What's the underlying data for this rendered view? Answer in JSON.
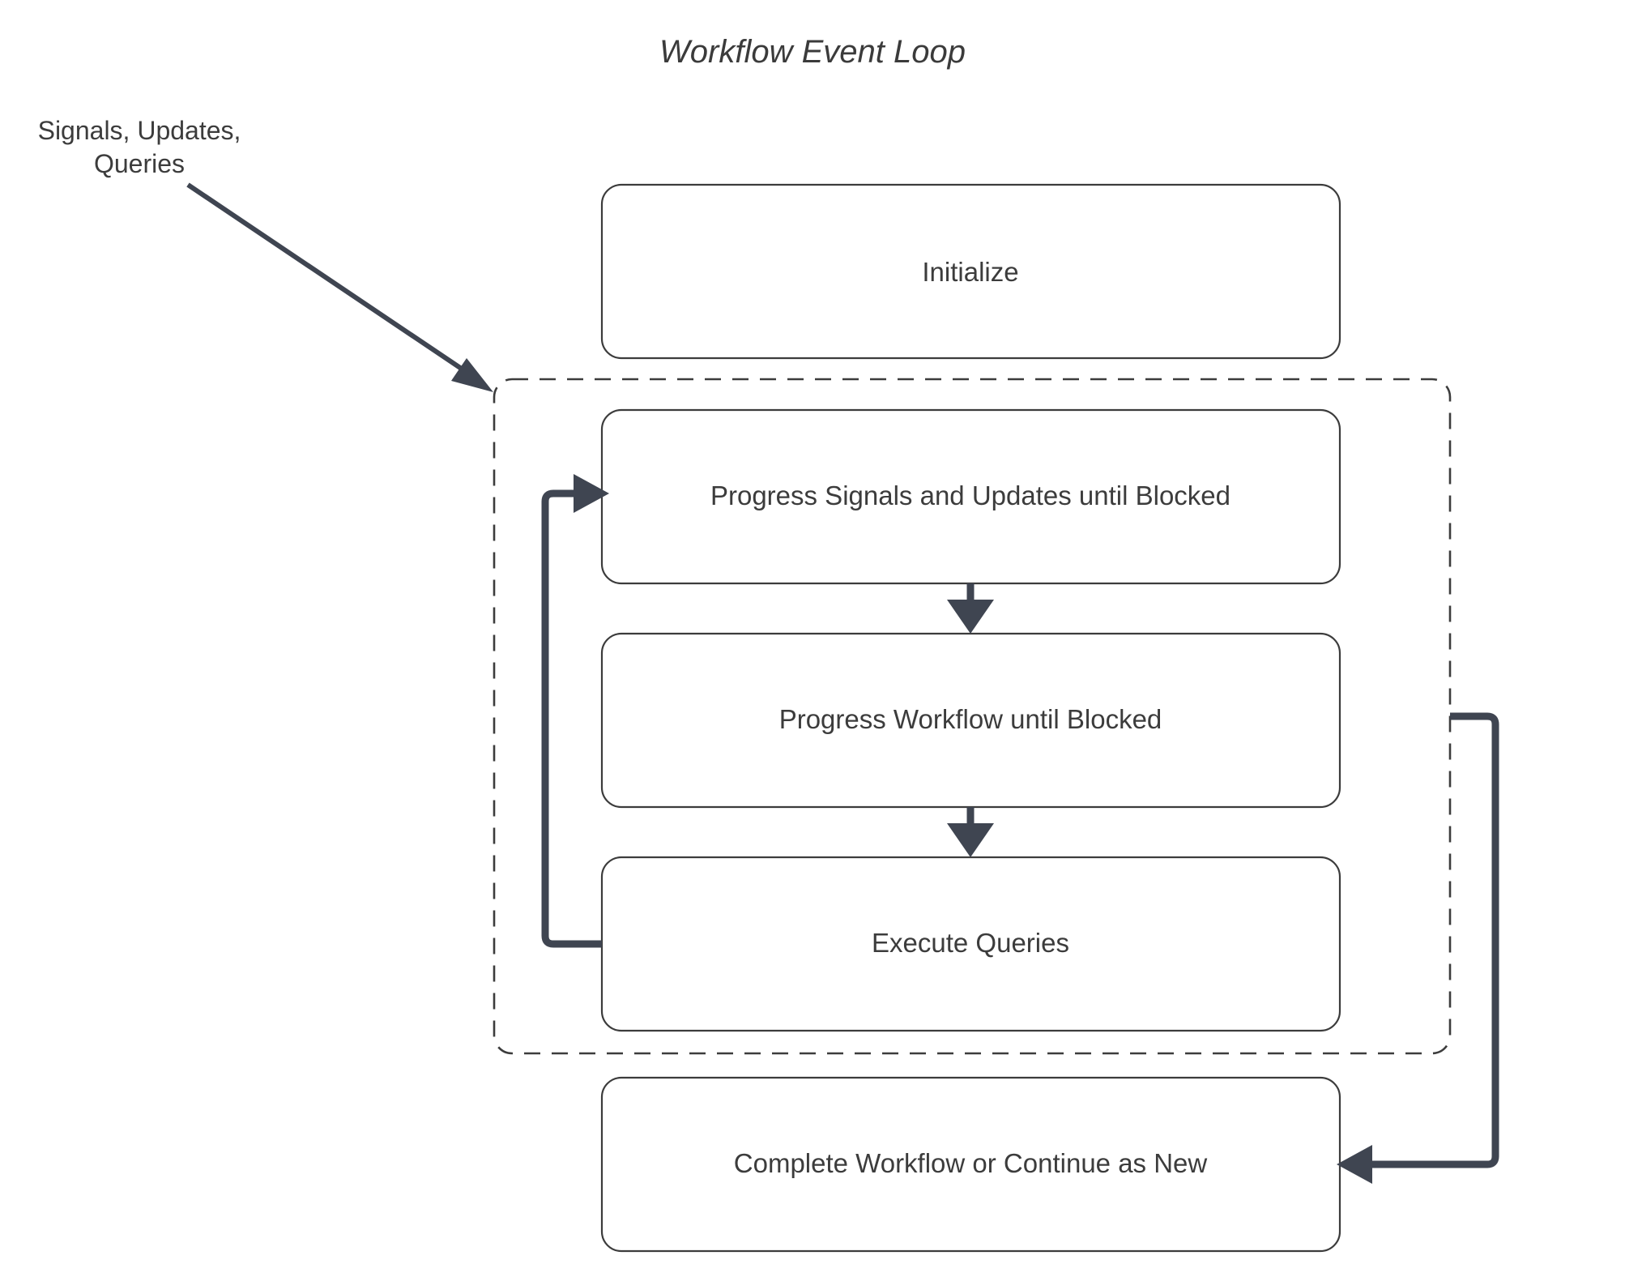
{
  "diagram": {
    "title": "Workflow Event Loop",
    "input_label": {
      "line1": "Signals, Updates,",
      "line2": "Queries"
    },
    "nodes": [
      {
        "id": "initialize",
        "label": "Initialize"
      },
      {
        "id": "progress-signals",
        "label": "Progress Signals and Updates until Blocked"
      },
      {
        "id": "progress-workflow",
        "label": "Progress Workflow until Blocked"
      },
      {
        "id": "execute-queries",
        "label": "Execute Queries"
      },
      {
        "id": "complete-workflow",
        "label": "Complete Workflow or Continue as New"
      }
    ],
    "colors": {
      "background": "#ffffff",
      "node_border": "#3c3c3c",
      "node_fill": "#ffffff",
      "text": "#3c3c3c",
      "flow_line": "#3f4551",
      "group_border": "#3c3c3c"
    }
  }
}
